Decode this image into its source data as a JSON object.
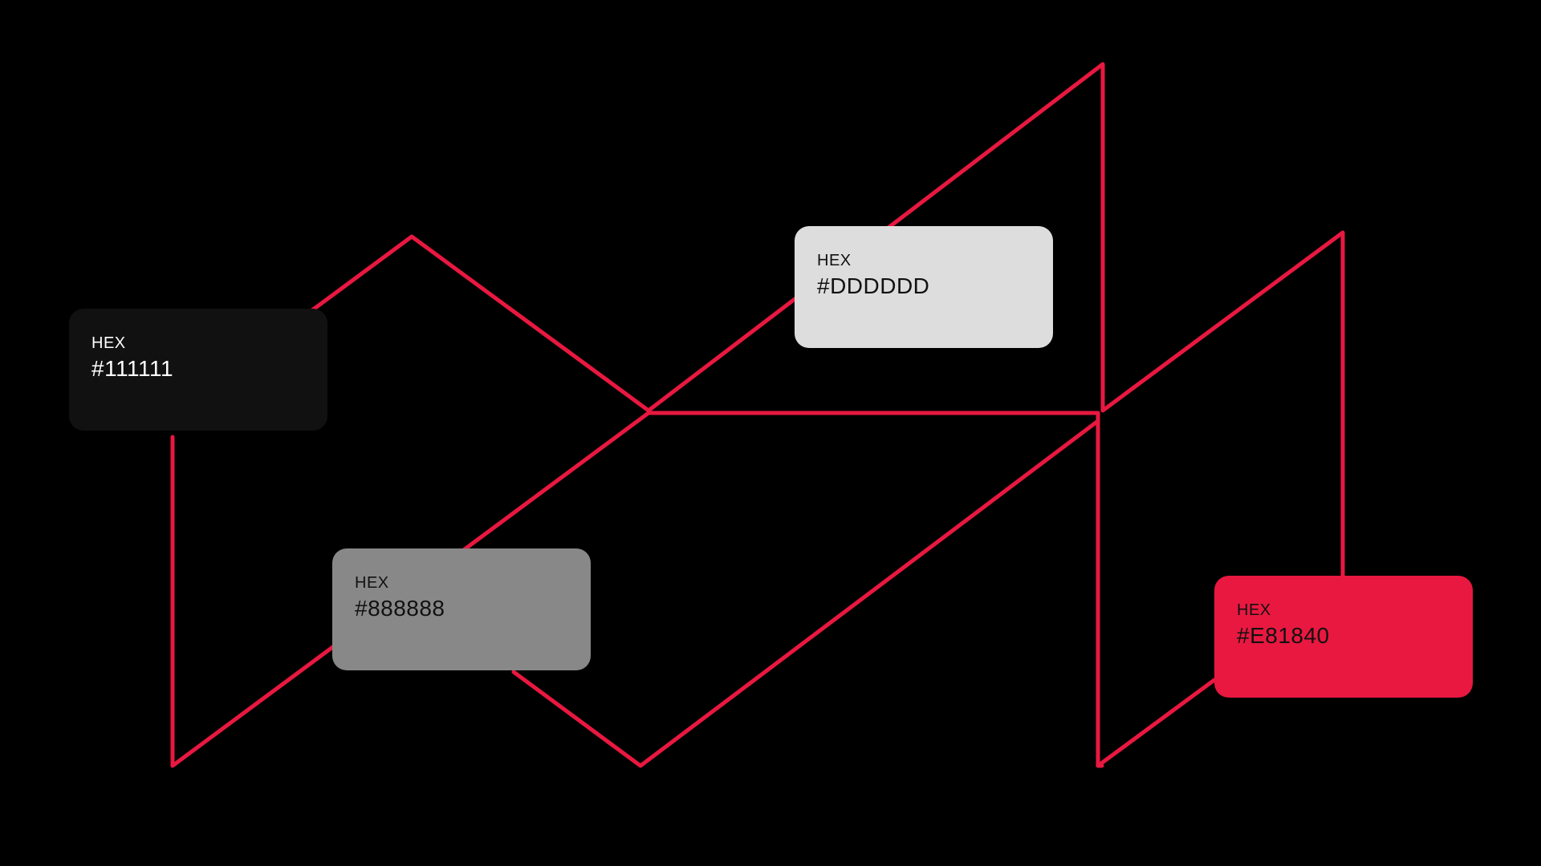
{
  "accent_color": "#E81840",
  "swatches": [
    {
      "label": "HEX",
      "value": "#111111",
      "color": "#111111"
    },
    {
      "label": "HEX",
      "value": "#DDDDDD",
      "color": "#DDDDDD"
    },
    {
      "label": "HEX",
      "value": "#888888",
      "color": "#888888"
    },
    {
      "label": "HEX",
      "value": "#E81840",
      "color": "#E81840"
    }
  ]
}
